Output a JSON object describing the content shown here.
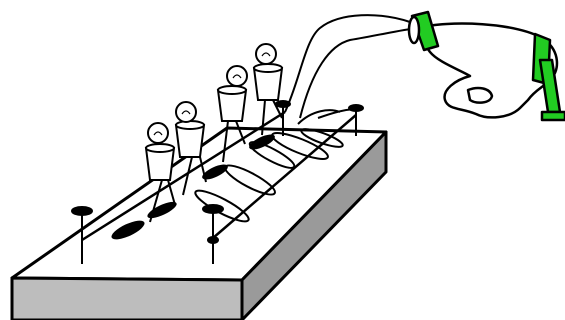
{
  "colors": {
    "background": "#ffffff",
    "outline": "#000000",
    "board_top": "#ffffff",
    "board_front": "#bdbdbd",
    "board_side": "#9a9a9a",
    "generator_accent": "#22cc22",
    "generator_body": "#ffffff"
  },
  "components": {
    "board": "wooden-base",
    "nails": 4,
    "bulbs": 4,
    "generator": "hand-crank-generator"
  }
}
